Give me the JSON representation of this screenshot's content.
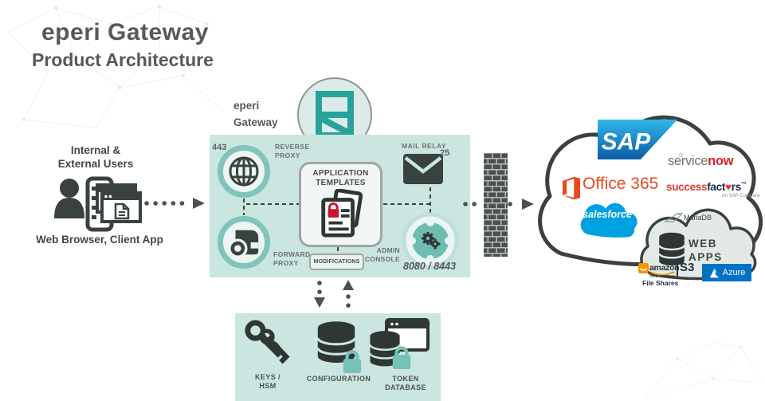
{
  "title": {
    "main": "eperi Gateway",
    "subtitle": "Product Architecture"
  },
  "users": {
    "label_line1": "Internal &",
    "label_line2": "External Users",
    "caption": "Web Browser, Client App"
  },
  "gateway": {
    "label_line1": "eperi",
    "label_line2": "Gateway",
    "reverse_proxy": {
      "port": "443",
      "label_line1": "REVERSE",
      "label_line2": "PROXY"
    },
    "forward_proxy": {
      "label_line1": "FORWARD",
      "label_line2": "PROXY"
    },
    "application_templates": {
      "label_line1": "APPLICATION",
      "label_line2": "TEMPLATES"
    },
    "modifications": {
      "label": "MODIFICATIONS"
    },
    "mail_relay": {
      "label": "MAIL RELAY",
      "port": "25"
    },
    "admin_console": {
      "label_line1": "ADMIN",
      "label_line2": "CONSOLE",
      "ports": "8080 / 8443"
    }
  },
  "backend": {
    "keys": {
      "label_line1": "KEYS /",
      "label_line2": "HSM"
    },
    "configuration": {
      "label": "CONFIGURATION"
    },
    "token_database": {
      "label_line1": "TOKEN",
      "label_line2": "DATABASE"
    }
  },
  "cloud": {
    "sap": {
      "wordmark": "SAP",
      "reg": "®"
    },
    "servicenow": {
      "part1": "service",
      "part2": "now"
    },
    "office365": {
      "label": "Office 365"
    },
    "successfactors": {
      "part1": "success",
      "part2a": "fact",
      "heart": "♥",
      "part2b": "rs",
      "tm": "™",
      "subtitle": "An SAP Company"
    },
    "salesforce": {
      "wordmark": "salesforce"
    },
    "mariadb": {
      "label": "MariaDB"
    },
    "web_apps": {
      "line1": "WEB",
      "line2": "APPS"
    },
    "amazon": {
      "brand": "amazon",
      "sub": "web services",
      "s3": "S3",
      "caption": "File Shares"
    },
    "azure": {
      "label": "Azure"
    }
  },
  "colors": {
    "gateway_box": "#cbe5e1",
    "circle_ring": "#7fc5bc",
    "eperi_teal": "#26a39a",
    "icon_dark": "#3a423f",
    "lock_red": "#c9142f",
    "lock_teal": "#74c2b8",
    "sap_blue": "#1272b9",
    "servicenow_red": "#da1f26",
    "office_orange": "#e8491f",
    "salesforce_blue": "#00a1e0",
    "azure_blue": "#0072c6",
    "aws_orange": "#f79400"
  }
}
